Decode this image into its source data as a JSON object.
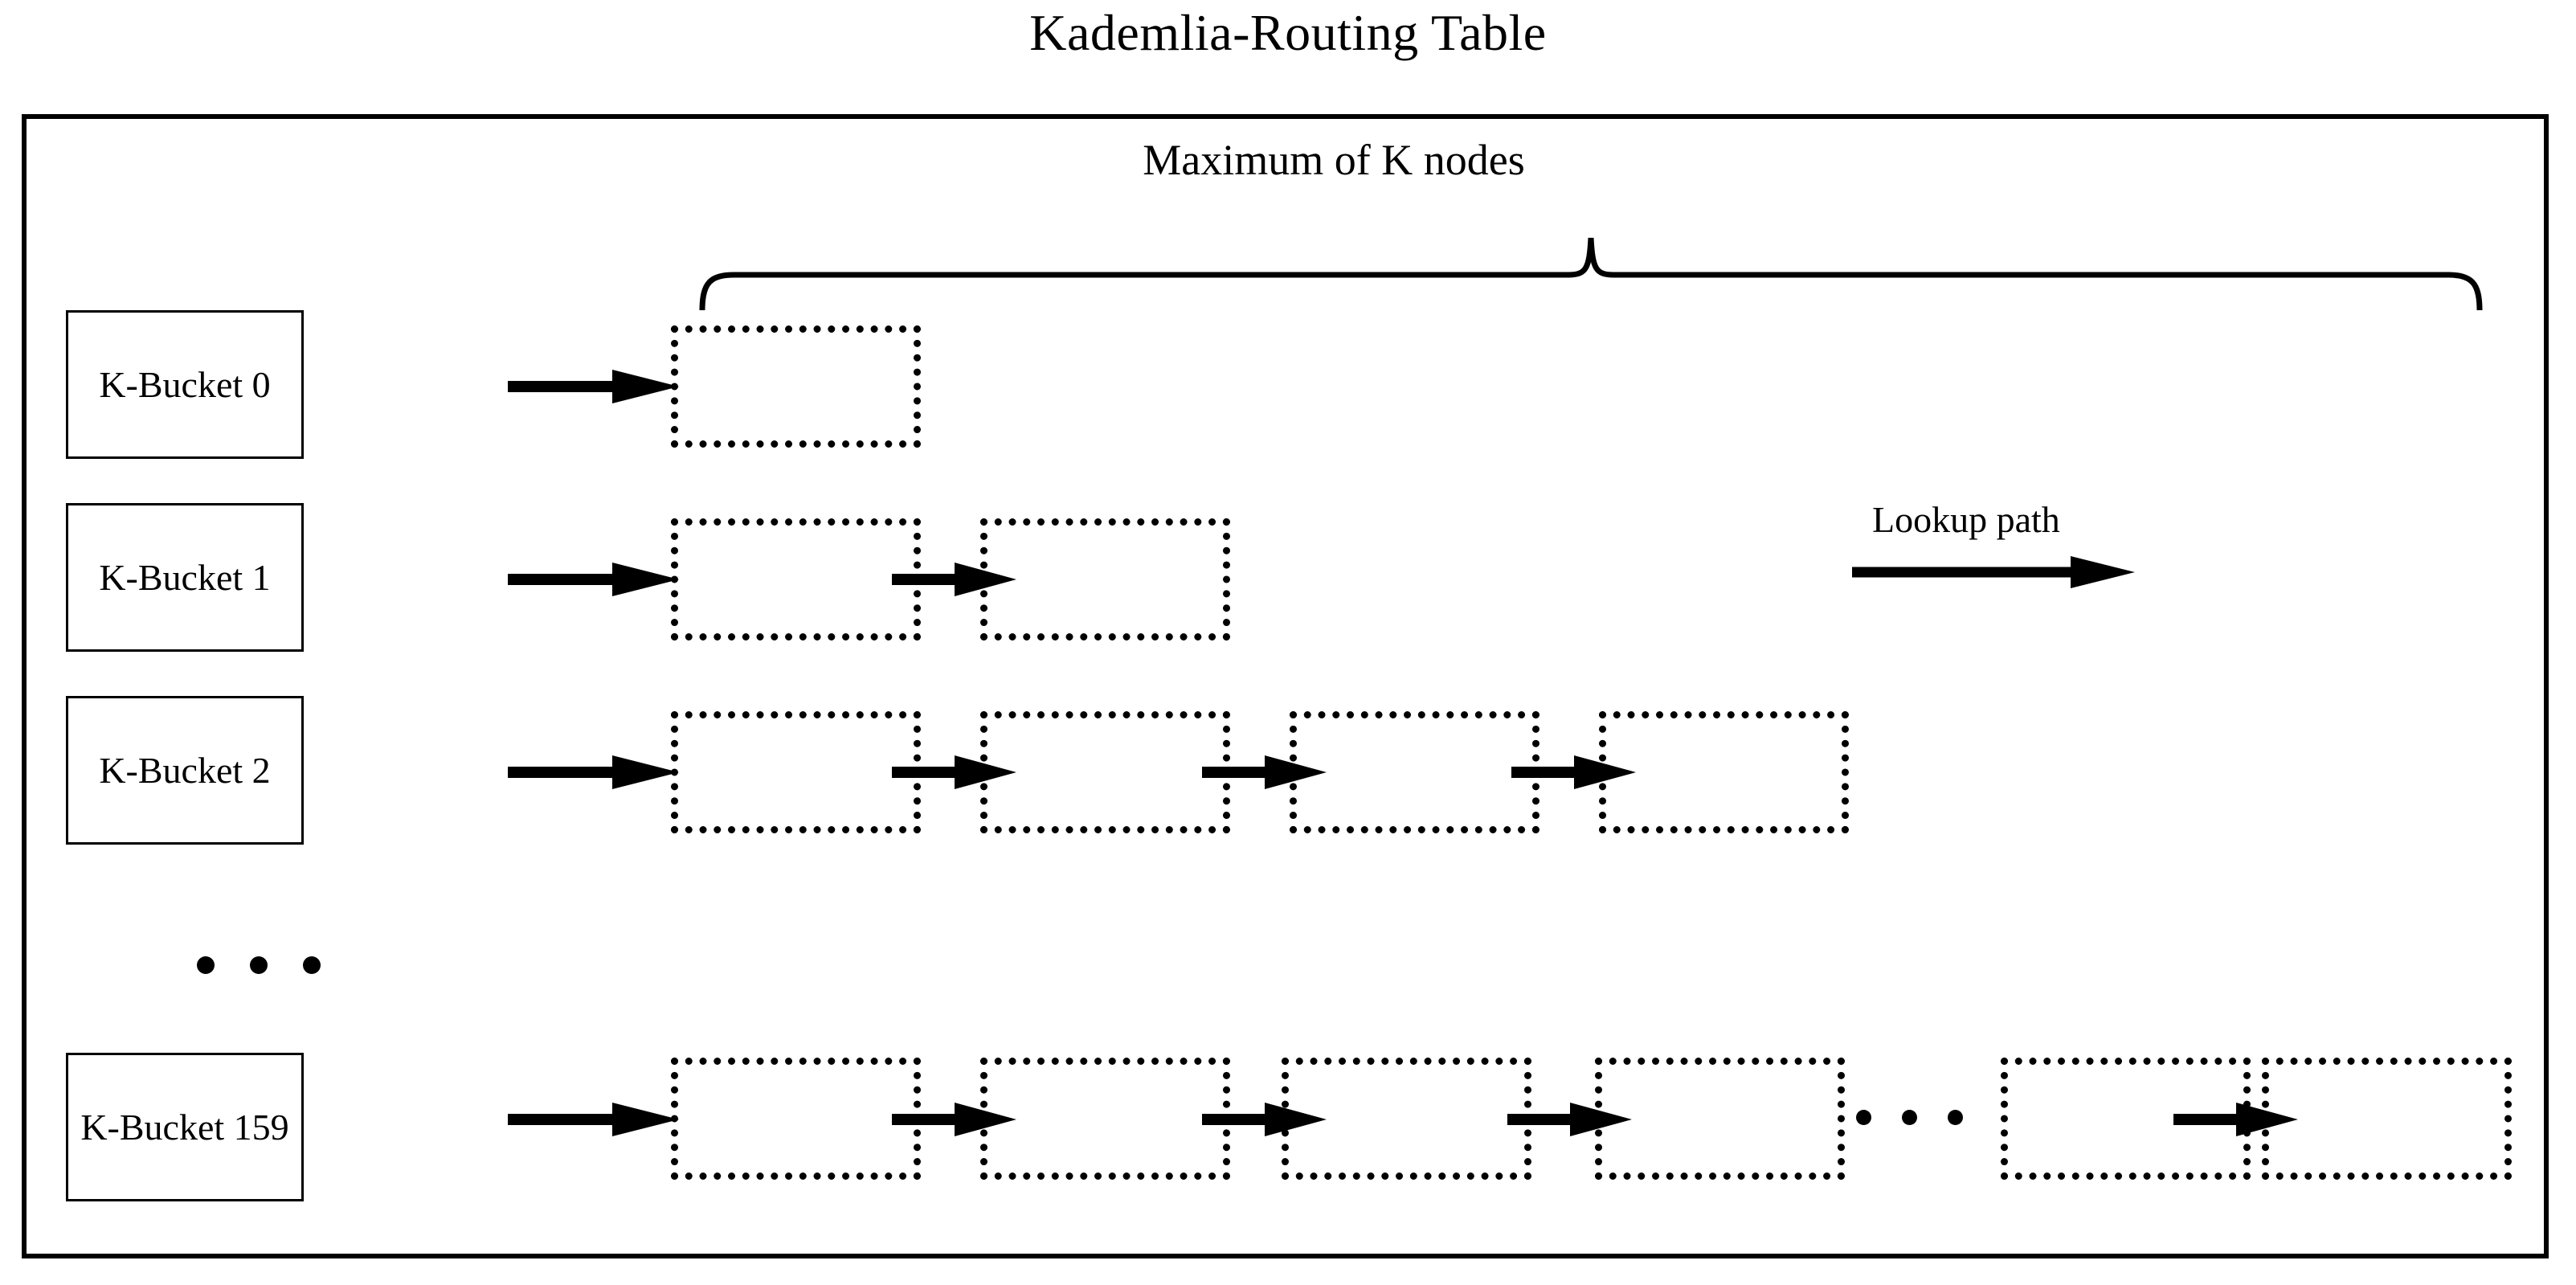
{
  "title": "Kademlia-Routing Table",
  "annotations": {
    "brace_caption": "Maximum of K nodes",
    "legend_label": "Lookup path",
    "vertical_ellipsis": "• • •",
    "row_ellipsis": "• • •"
  },
  "icons": {
    "arrow_right": "arrow-right-icon",
    "curly_brace": "curly-brace-icon",
    "ellipsis": "ellipsis-icon"
  },
  "colors": {
    "stroke": "#000000",
    "background": "#ffffff"
  },
  "rows": [
    {
      "label": "K-Bucket 0",
      "node_count": 1,
      "has_row_ellipsis": false,
      "nodes_after_ellipsis": 0
    },
    {
      "label": "K-Bucket 1",
      "node_count": 2,
      "has_row_ellipsis": false,
      "nodes_after_ellipsis": 0
    },
    {
      "label": "K-Bucket 2",
      "node_count": 4,
      "has_row_ellipsis": false,
      "nodes_after_ellipsis": 0
    },
    {
      "label": "K-Bucket 159",
      "node_count": 4,
      "has_row_ellipsis": true,
      "nodes_after_ellipsis": 2
    }
  ]
}
